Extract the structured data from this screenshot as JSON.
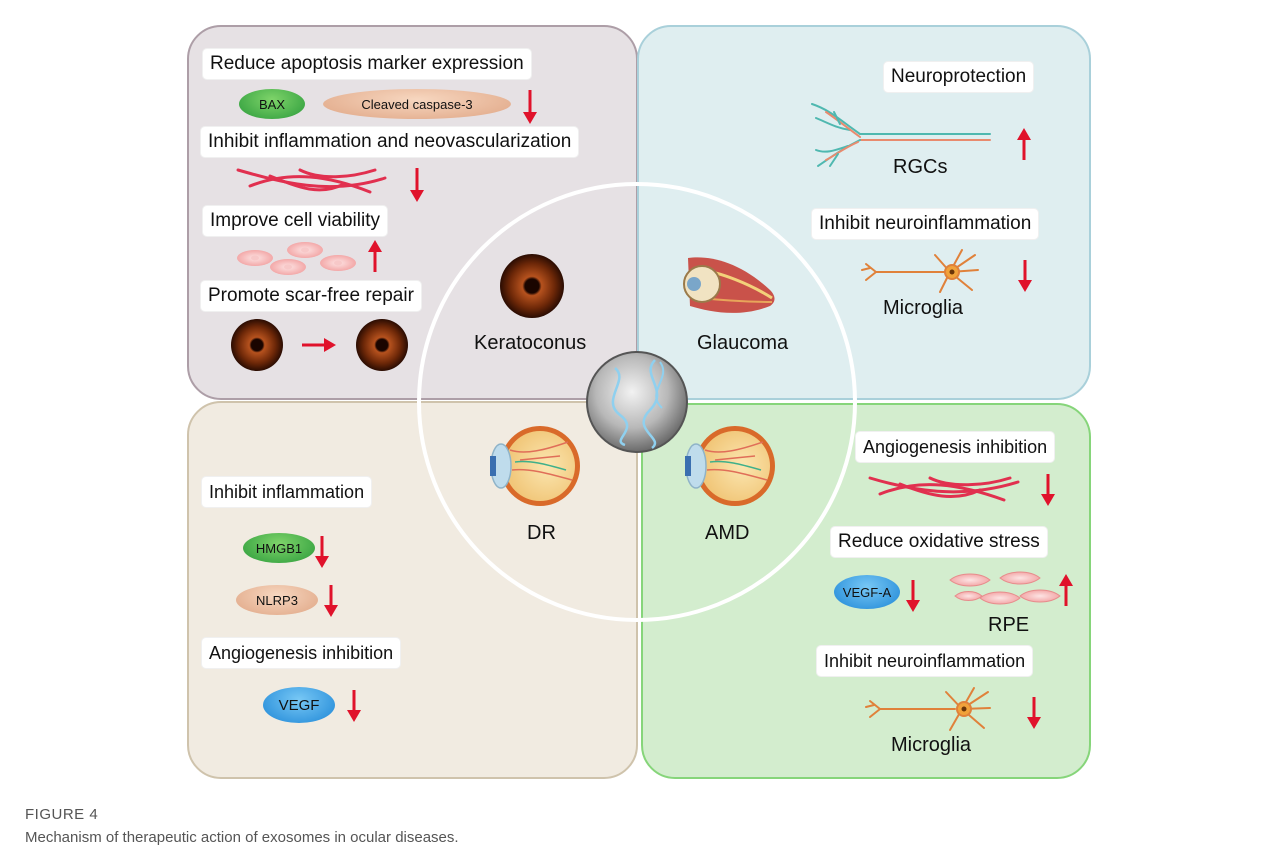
{
  "quadrants": {
    "top_left": {
      "labels": [
        "Reduce apoptosis marker expression",
        "Inhibit inflammation and neovascularization",
        "Improve cell viability",
        "Promote scar-free repair"
      ],
      "pills": [
        "BAX",
        "Cleaved caspase-3"
      ]
    },
    "top_right": {
      "labels": [
        "Neuroprotection",
        "Inhibit neuroinflammation"
      ],
      "captions": [
        "RGCs",
        "Microglia"
      ]
    },
    "bottom_left": {
      "labels": [
        "Inhibit inflammation",
        "Angiogenesis inhibition"
      ],
      "pills": [
        "HMGB1",
        "NLRP3",
        "VEGF"
      ]
    },
    "bottom_right": {
      "labels": [
        "Angiogenesis inhibition",
        "Reduce oxidative stress",
        "Inhibit neuroinflammation"
      ],
      "pills": [
        "VEGF-A"
      ],
      "captions": [
        "RPE",
        "Microglia"
      ]
    }
  },
  "diseases": [
    "Keratoconus",
    "Glaucoma",
    "DR",
    "AMD"
  ],
  "figure": {
    "label": "FIGURE 4",
    "caption": "Mechanism of therapeutic action of exosomes in ocular diseases."
  },
  "colors": {
    "arrow": "#e0122b",
    "vessel": "#e1304f"
  }
}
